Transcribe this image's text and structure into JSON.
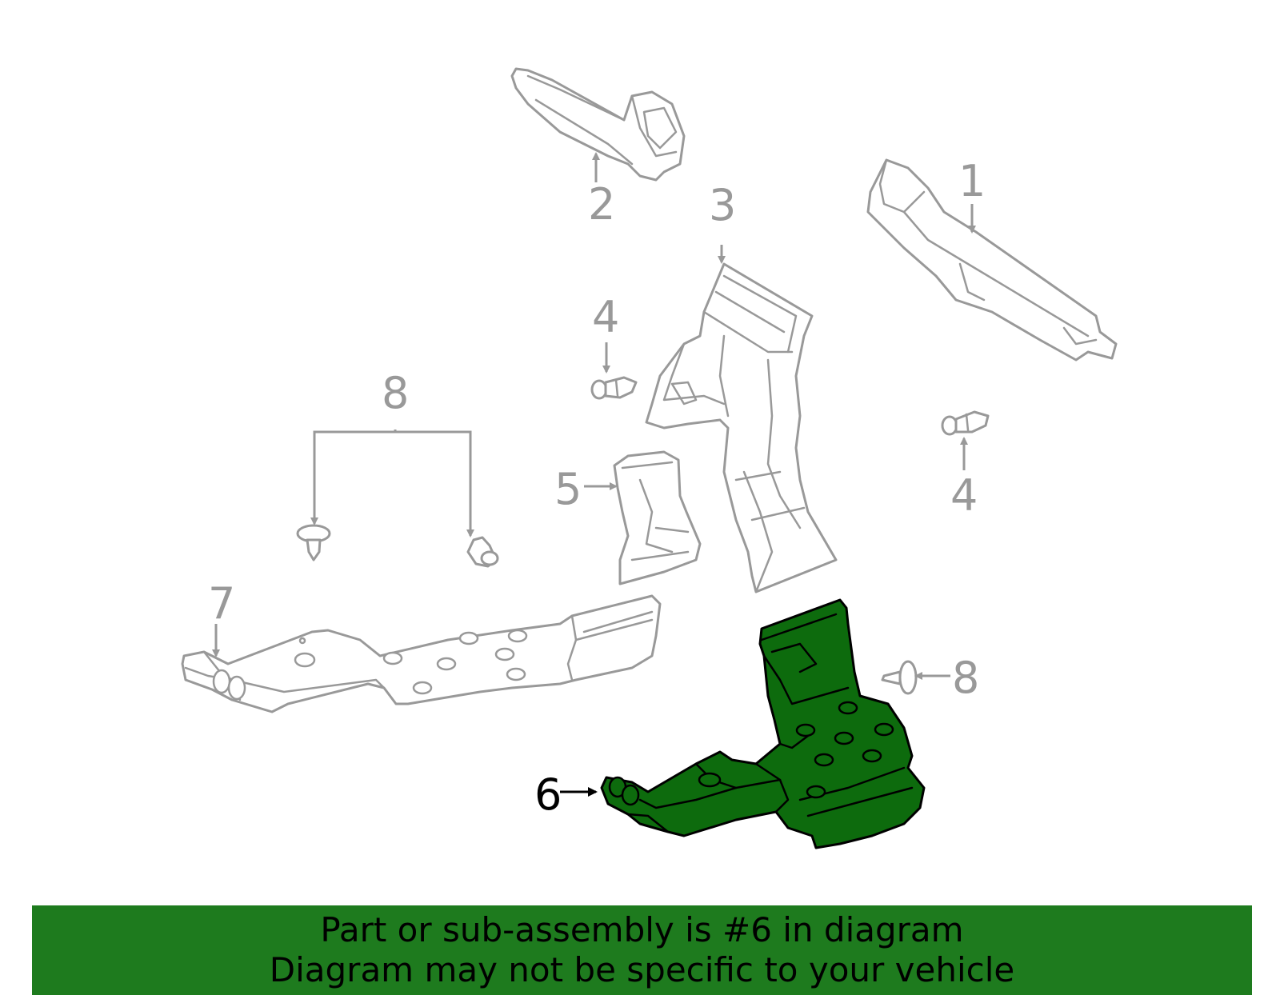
{
  "callouts": {
    "c1": "1",
    "c2": "2",
    "c3": "3",
    "c4a": "4",
    "c4b": "4",
    "c5": "5",
    "c6": "6",
    "c7": "7",
    "c8a": "8",
    "c8b": "8"
  },
  "highlight": {
    "part_number": "6",
    "fill_color": "#0d6b0d",
    "part_color": "#999999"
  },
  "banner": {
    "line1": "Part or sub-assembly is #6 in diagram",
    "line2": "Diagram may not be specific to your vehicle",
    "background": "#1e7b1e"
  }
}
